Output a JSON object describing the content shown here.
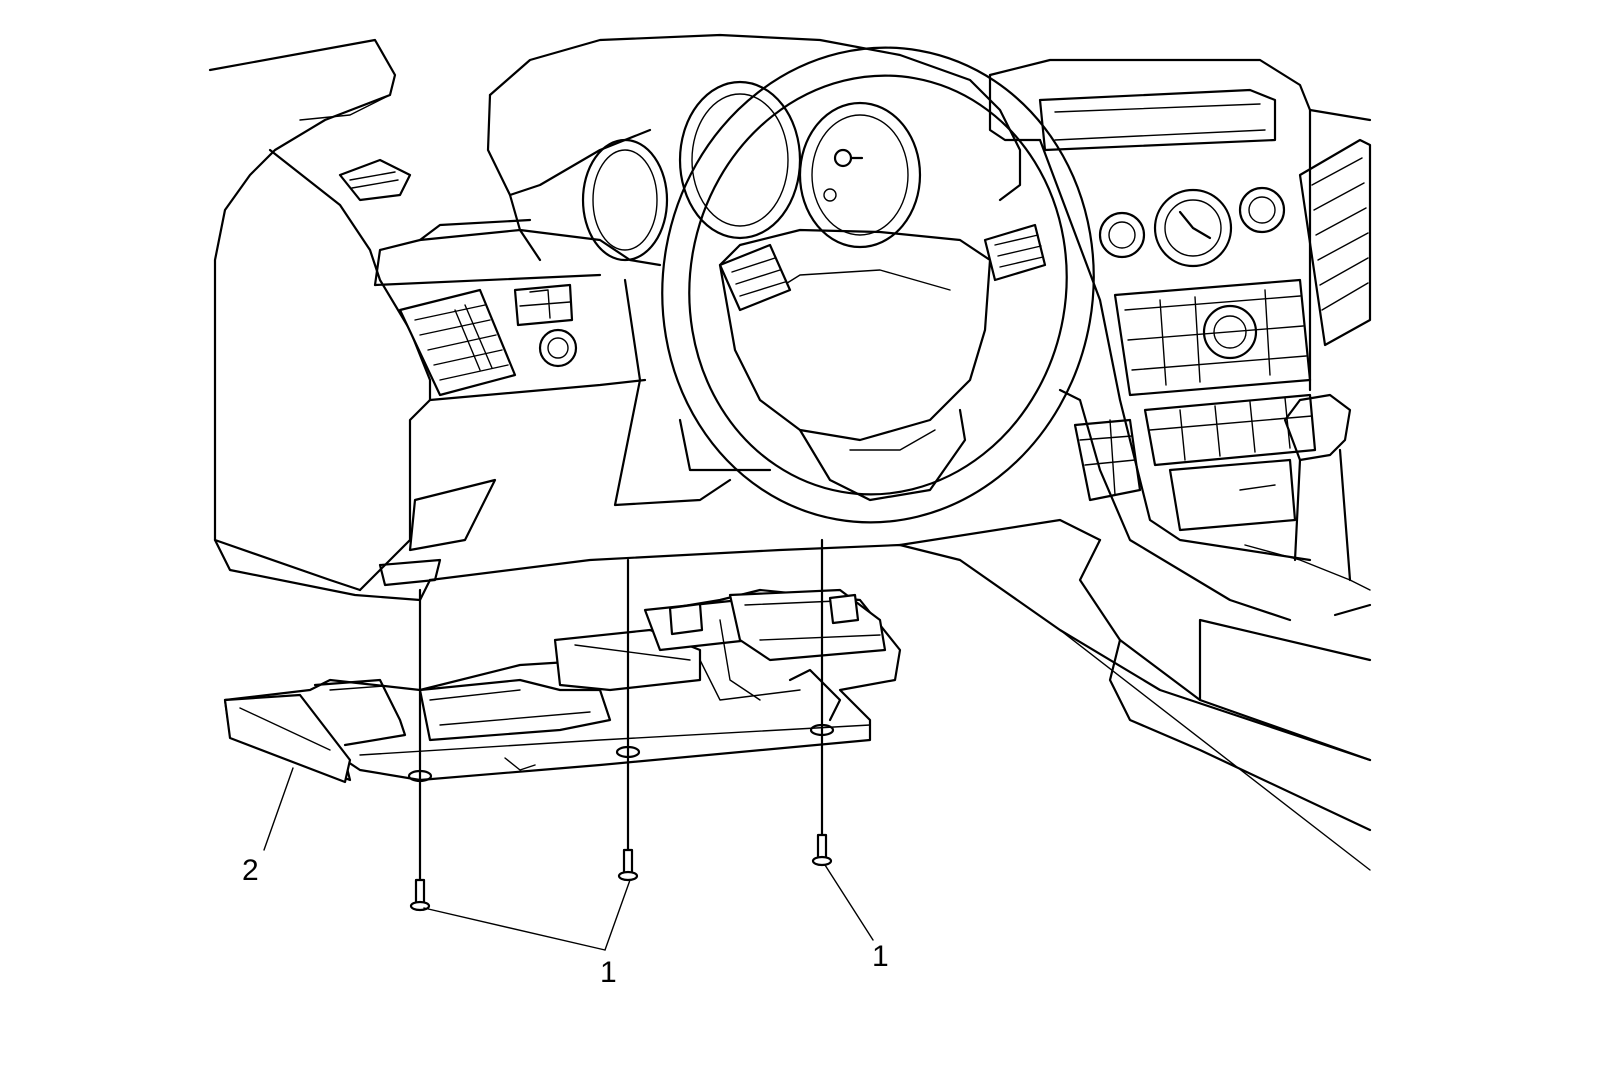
{
  "callouts": {
    "screws_left": "1",
    "screws_right": "1",
    "closeout_panel": "2"
  },
  "colors": {
    "line": "#000000",
    "background": "#ffffff"
  }
}
